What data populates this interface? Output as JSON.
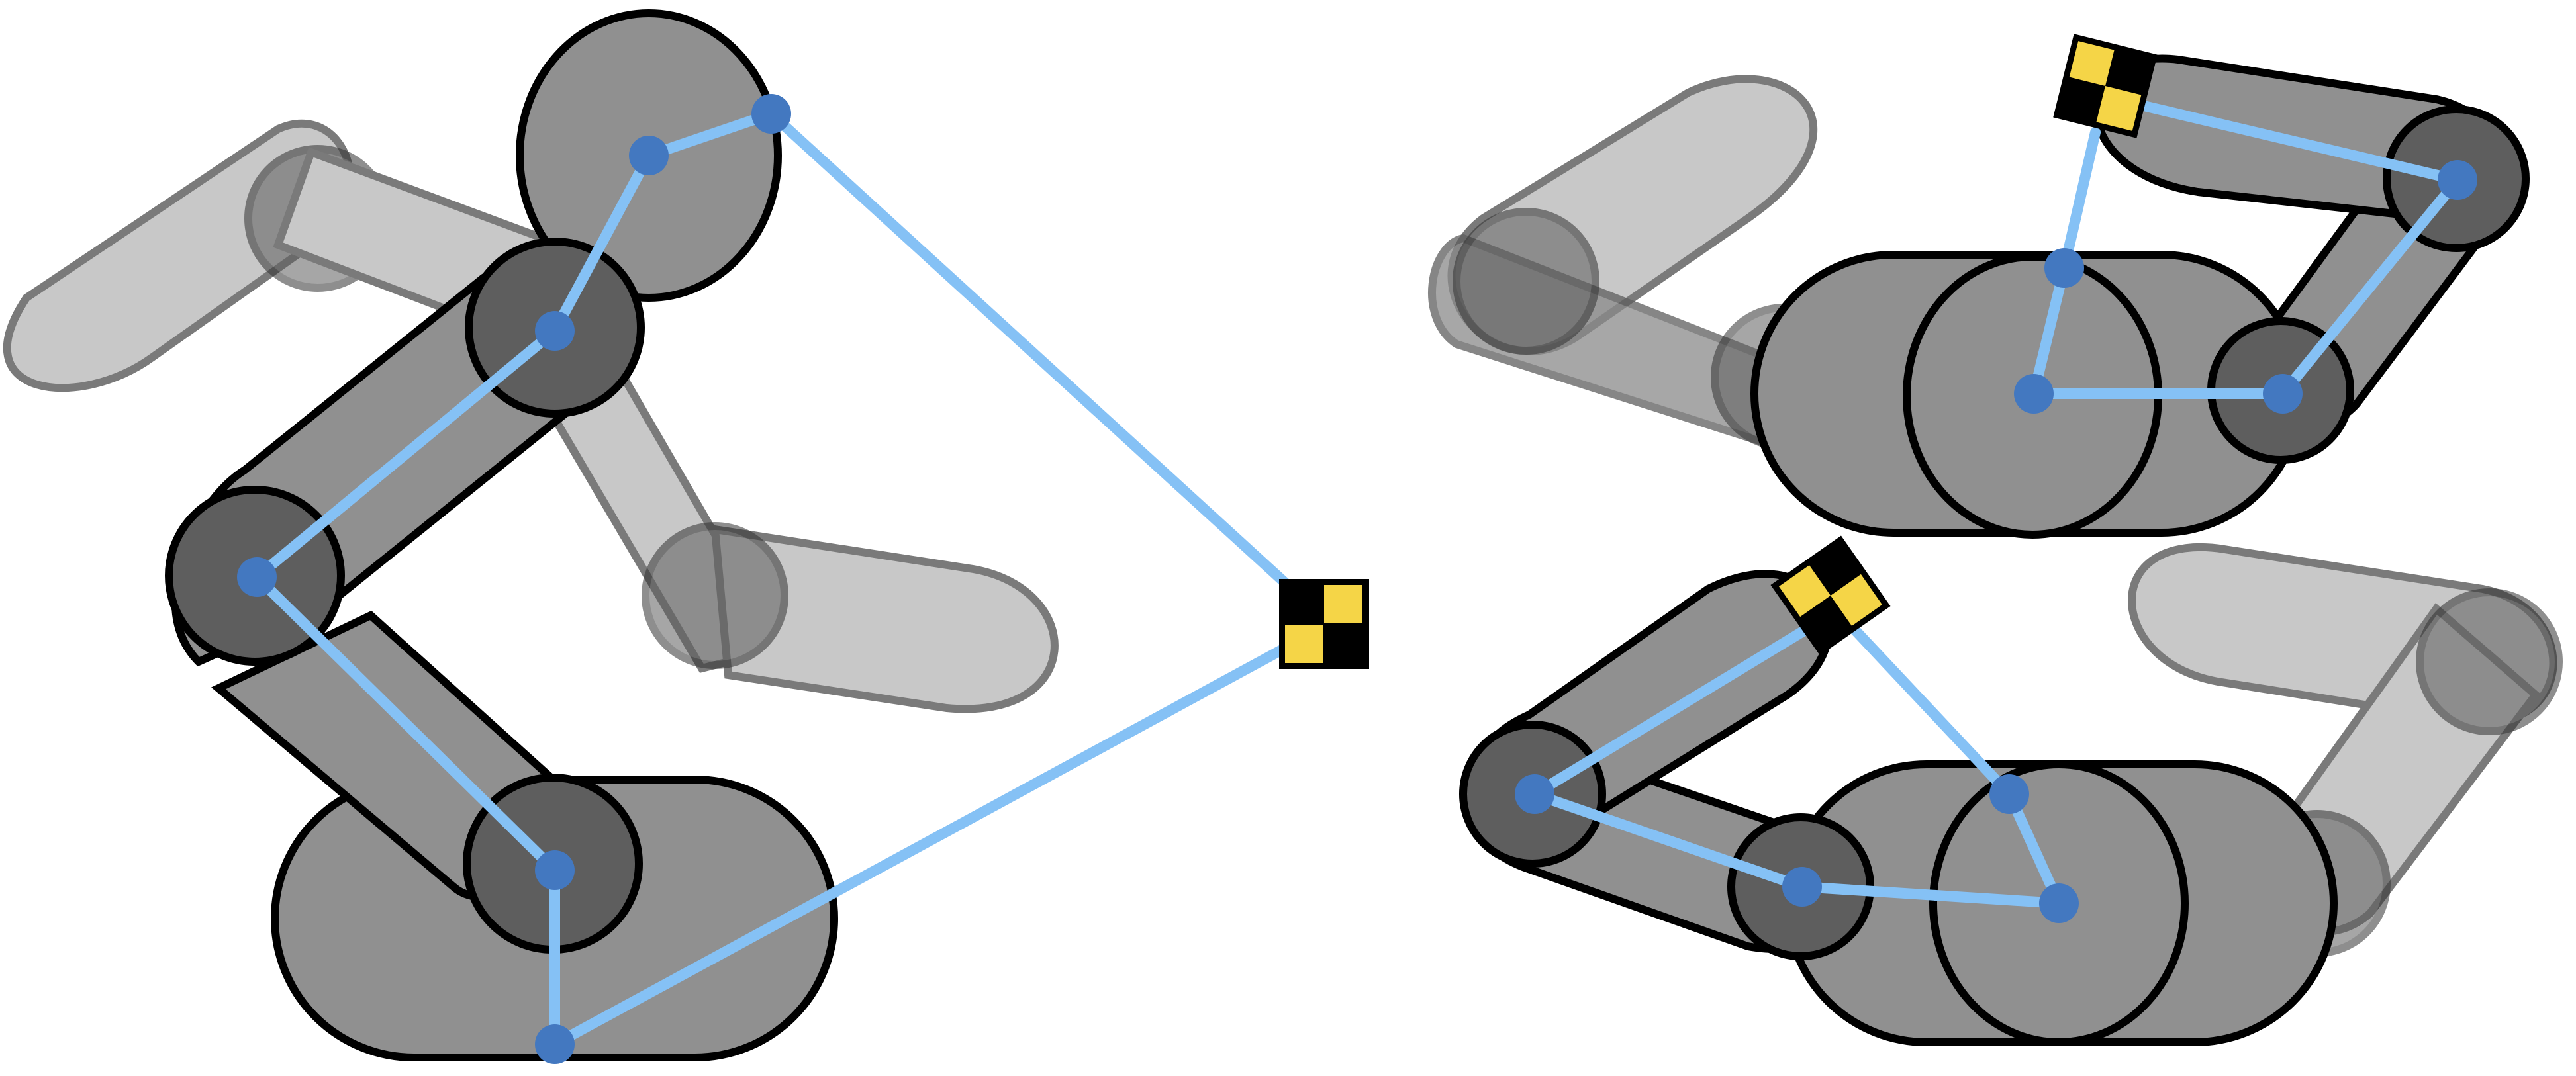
{
  "figure": {
    "panels": [
      {
        "name": "left-robot-arm",
        "robot_count": 1
      },
      {
        "name": "right-robot-arms",
        "robot_count": 2
      }
    ],
    "colors": {
      "link_line": "#85c1f5",
      "joint_node": "#4378c0",
      "robot_body": "#909090",
      "robot_joint": "#5e5e5e",
      "ghost_body": "#c8c8c8",
      "outline": "#000000",
      "target_yellow": "#f5d547",
      "target_black": "#000000"
    },
    "icons": [
      "checkered-target-icon"
    ]
  }
}
